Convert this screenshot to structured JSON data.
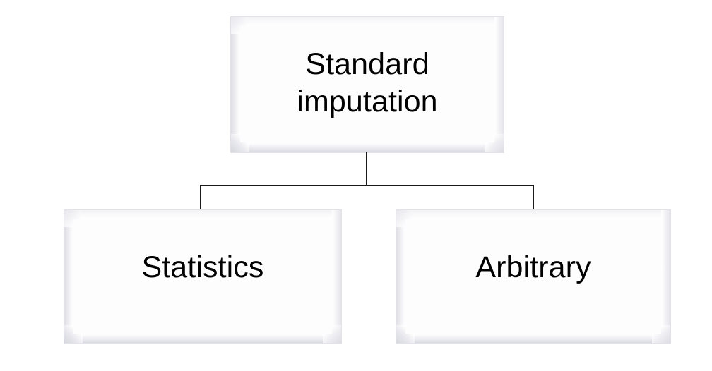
{
  "diagram": {
    "type": "hierarchy-tree",
    "title": "Standard imputation",
    "background_color": "#ffffff",
    "node_fill_color": "#ffffff",
    "node_bevel_color": "#dcdce3",
    "connector_color": "#1a1a1a",
    "text_color": "#000000",
    "nodes": [
      {
        "id": "root",
        "label": "Standard\nimputation",
        "label_line1": "Standard",
        "label_line2": "imputation",
        "level": 0
      },
      {
        "id": "statistics",
        "label": "Statistics",
        "level": 1
      },
      {
        "id": "arbitrary",
        "label": "Arbitrary",
        "level": 1
      }
    ],
    "edges": [
      {
        "from": "root",
        "to": "statistics"
      },
      {
        "from": "root",
        "to": "arbitrary"
      }
    ]
  }
}
